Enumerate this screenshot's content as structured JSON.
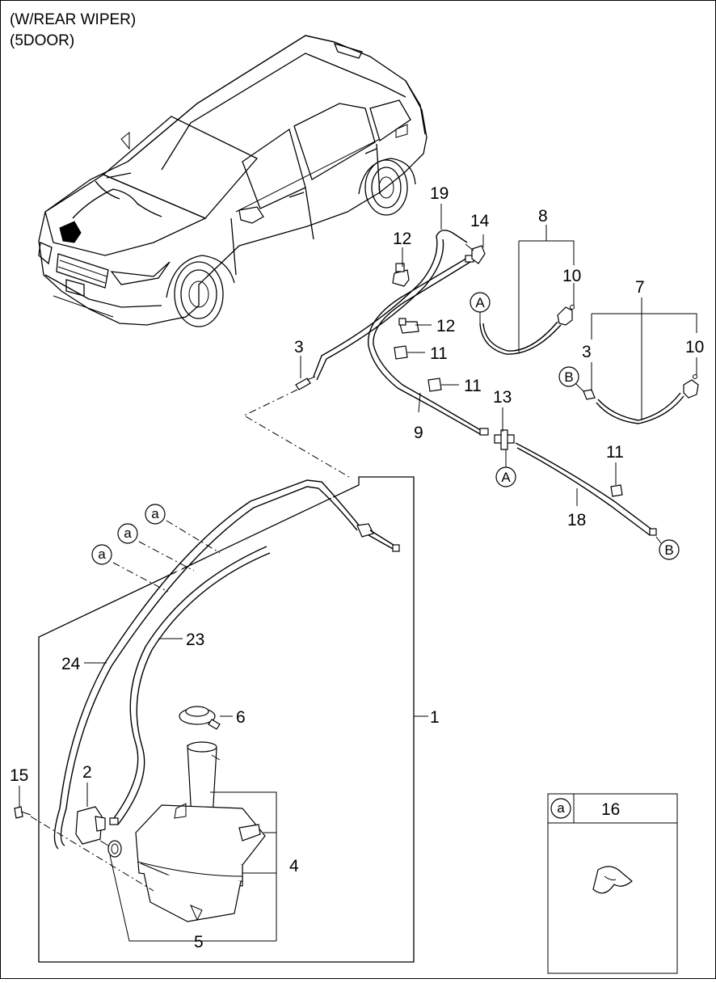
{
  "header": {
    "line1": "(W/REAR WIPER)",
    "line2": "(5DOOR)"
  },
  "callouts": {
    "n1": "1",
    "n2": "2",
    "n3a": "3",
    "n3b": "3",
    "n4": "4",
    "n5": "5",
    "n6": "6",
    "n7": "7",
    "n8": "8",
    "n9": "9",
    "n10a": "10",
    "n10b": "10",
    "n11a": "11",
    "n11b": "11",
    "n11c": "11",
    "n12a": "12",
    "n12b": "12",
    "n13": "13",
    "n14": "14",
    "n15": "15",
    "n16": "16",
    "n18": "18",
    "n19": "19",
    "n23": "23",
    "n24": "24"
  },
  "ref_markers": {
    "A1": "A",
    "A2": "A",
    "B1": "B",
    "B2": "B",
    "a1": "a",
    "a2": "a",
    "a3": "a",
    "a_legend": "a"
  }
}
